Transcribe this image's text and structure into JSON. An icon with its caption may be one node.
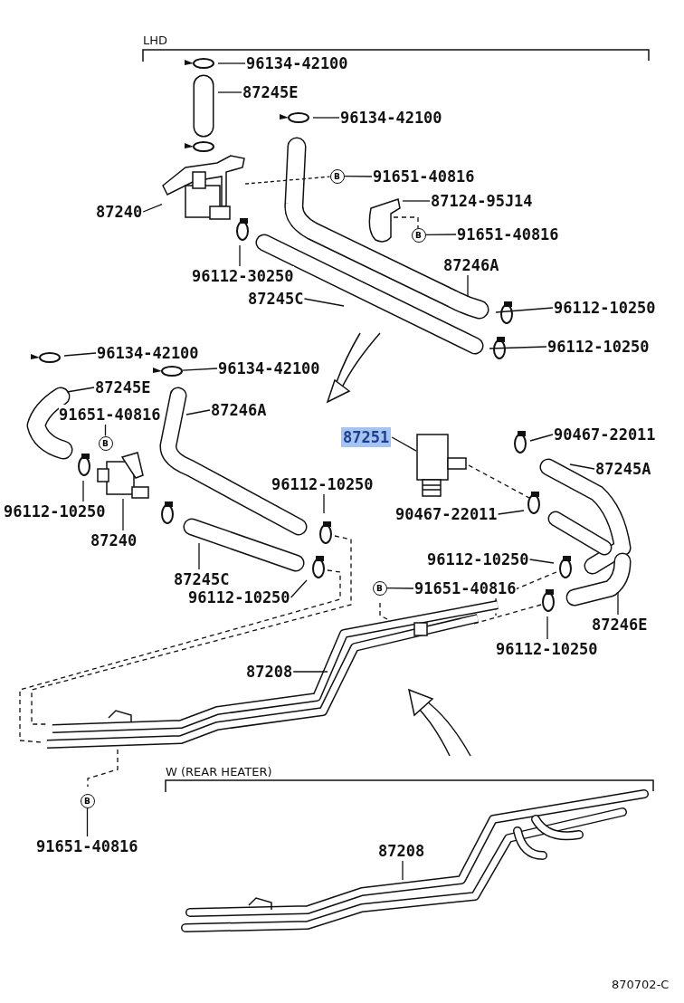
{
  "diagram": {
    "nodes": [
      {
        "text": [
          "96134-42100"
        ]
      },
      {
        "text": [
          "87245E"
        ]
      },
      {
        "text": [
          "96134-42100"
        ]
      },
      {
        "text": [
          "91651-40816"
        ]
      },
      {
        "text": [
          "87124-95J14"
        ]
      },
      {
        "text": [
          "87240"
        ]
      },
      {
        "text": [
          "91651-40816"
        ]
      },
      {
        "text": [
          "96112-30250"
        ]
      },
      {
        "text": [
          "87246A"
        ]
      },
      {
        "text": [
          "87245C"
        ]
      },
      {
        "text": [
          "96112-10250"
        ]
      },
      {
        "text": [
          "96112-10250"
        ]
      },
      {
        "text": [
          "96134-42100"
        ]
      },
      {
        "text": [
          "96134-42100"
        ]
      },
      {
        "text": [
          "87245E"
        ]
      },
      {
        "text": [
          "87246A"
        ]
      },
      {
        "text": [
          "91651-40816"
        ]
      },
      {
        "text": [
          "87251"
        ]
      },
      {
        "text": [
          "90467-22011"
        ]
      },
      {
        "text": [
          "87245A"
        ]
      },
      {
        "text": [
          "96112-10250"
        ]
      },
      {
        "text": [
          "96112-10250"
        ]
      },
      {
        "text": [
          "90467-22011"
        ]
      },
      {
        "text": [
          "87240"
        ]
      },
      {
        "text": [
          "87245C"
        ]
      },
      {
        "text": [
          "96112-10250"
        ]
      },
      {
        "text": [
          "96112-10250"
        ]
      },
      {
        "text": [
          "91651-40816"
        ]
      },
      {
        "text": [
          "87246E"
        ]
      },
      {
        "text": [
          "87208"
        ]
      },
      {
        "text": [
          "96112-10250"
        ]
      },
      {
        "text": [
          "91651-40816"
        ]
      },
      {
        "text": [
          "87208"
        ]
      },
      {
        "text": [
          "B"
        ]
      },
      {
        "text": [
          "B"
        ]
      },
      {
        "text": [
          "B"
        ]
      },
      {
        "text": [
          "B"
        ]
      },
      {
        "text": [
          "B"
        ]
      },
      {
        "text": [],
        "shape": "circle"
      },
      {
        "text": [],
        "shape": "picture"
      },
      {
        "text": [],
        "shape": "picture"
      },
      {
        "text": [],
        "shape": "picture"
      }
    ],
    "edges": [
      {
        "from": 0,
        "to": null,
        "arrow": "none"
      },
      {
        "from": 1,
        "to": null,
        "arrow": "none"
      },
      {
        "from": 2,
        "to": null,
        "arrow": "none"
      },
      {
        "from": 3,
        "to": 33,
        "arrow": "none"
      },
      {
        "from": 4,
        "to": null,
        "arrow": "none"
      },
      {
        "from": 5,
        "to": 41,
        "arrow": "none"
      },
      {
        "from": 6,
        "to": 34,
        "arrow": "none"
      },
      {
        "from": 7,
        "to": null,
        "arrow": "none"
      },
      {
        "from": 8,
        "to": null,
        "arrow": "none"
      },
      {
        "from": 9,
        "to": null,
        "arrow": "none"
      },
      {
        "from": 10,
        "to": null,
        "arrow": "none"
      },
      {
        "from": 11,
        "to": null,
        "arrow": "none"
      },
      {
        "from": 12,
        "to": null,
        "arrow": "none"
      },
      {
        "from": 13,
        "to": 38,
        "arrow": "none"
      },
      {
        "from": 14,
        "to": null,
        "arrow": "none"
      },
      {
        "from": 15,
        "to": null,
        "arrow": "none"
      },
      {
        "from": 16,
        "to": 35,
        "arrow": "none"
      },
      {
        "from": 17,
        "to": 39,
        "arrow": "none"
      },
      {
        "from": 18,
        "to": null,
        "arrow": "none"
      },
      {
        "from": 19,
        "to": null,
        "arrow": "none"
      },
      {
        "from": 20,
        "to": null,
        "arrow": "none"
      },
      {
        "from": 21,
        "to": null,
        "arrow": "none"
      },
      {
        "from": 22,
        "to": null,
        "arrow": "none"
      },
      {
        "from": 23,
        "to": 40,
        "arrow": "none"
      },
      {
        "from": 24,
        "to": null,
        "arrow": "none"
      },
      {
        "from": 25,
        "to": null,
        "arrow": "none"
      },
      {
        "from": 26,
        "to": null,
        "arrow": "none"
      },
      {
        "from": 27,
        "to": 36,
        "arrow": "none"
      },
      {
        "from": 28,
        "to": null,
        "arrow": "none"
      },
      {
        "from": 29,
        "to": null,
        "arrow": "none"
      },
      {
        "from": 30,
        "to": null,
        "arrow": "none"
      },
      {
        "from": 31,
        "to": 37,
        "arrow": "none"
      },
      {
        "from": 32,
        "to": null,
        "arrow": "none"
      },
      {
        "from": 41,
        "to": 33,
        "arrow": "none",
        "style": "dashed"
      }
    ],
    "labels": [
      "LHD",
      "W (REAR HEATER)",
      "870702-C"
    ]
  }
}
